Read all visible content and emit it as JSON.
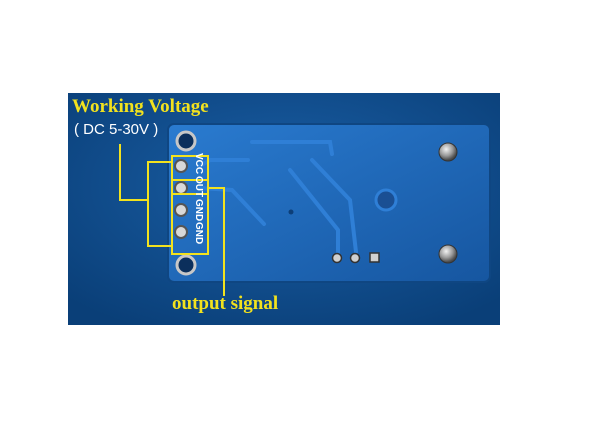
{
  "labels": {
    "working_voltage": "Working Voltage",
    "voltage_range": "( DC 5-30V )",
    "output_signal": "output signal"
  },
  "pins": [
    "VCC",
    "OUT",
    "GND",
    "GND"
  ],
  "colors": {
    "background": "#0d4d8c",
    "board": "#1a63b0",
    "annotation": "#f2e21e",
    "silkscreen": "#ffffff"
  }
}
